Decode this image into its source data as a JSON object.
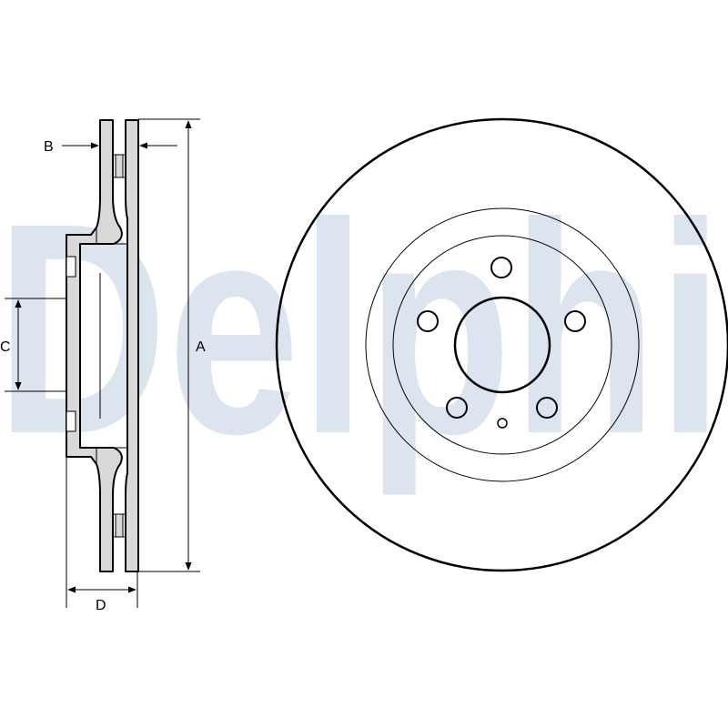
{
  "watermark": {
    "text": "Delphi",
    "color": "#dbe4ef"
  },
  "dimensions": {
    "a": "A",
    "b": "B",
    "c": "C",
    "d": "D"
  },
  "colors": {
    "line": "#000000",
    "fill": "#d9d9d9",
    "background": "#ffffff"
  }
}
